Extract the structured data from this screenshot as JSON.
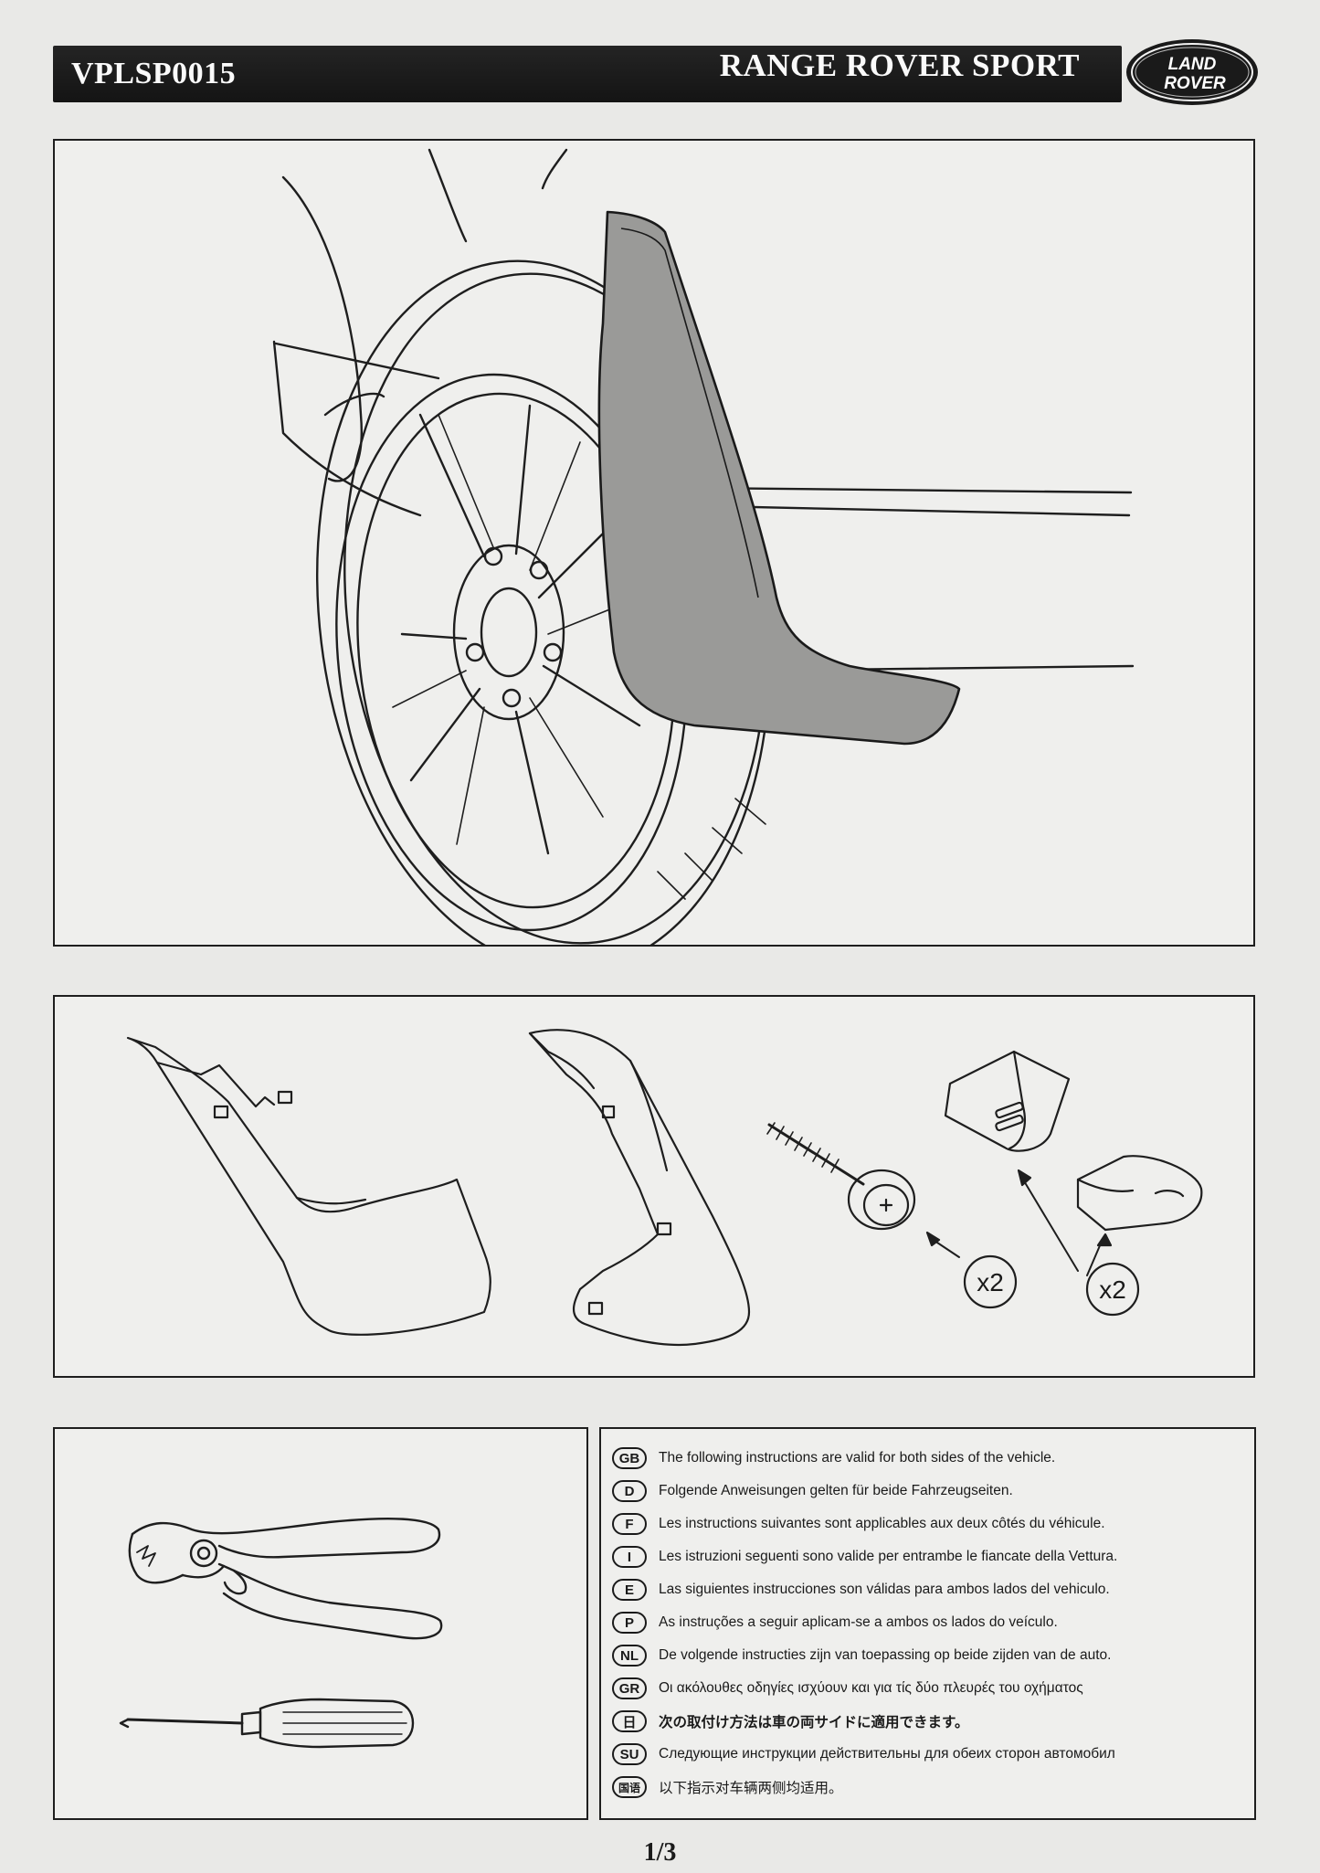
{
  "header": {
    "doc_code": "VPLSP0015",
    "vehicle_name": "RANGE ROVER SPORT",
    "logo": {
      "line1": "LAND",
      "line2": "ROVER"
    }
  },
  "parts_panel": {
    "screw_qty": "x2",
    "clip_qty": "x2"
  },
  "instructions": [
    {
      "code": "GB",
      "text": "The following instructions are valid for both sides of the vehicle."
    },
    {
      "code": "D",
      "text": "Folgende Anweisungen gelten für beide Fahrzeugseiten."
    },
    {
      "code": "F",
      "text": "Les instructions suivantes sont applicables aux deux côtés du véhicule."
    },
    {
      "code": "I",
      "text": "Les istruzioni seguenti sono valide per entrambe le fiancate della Vettura."
    },
    {
      "code": "E",
      "text": "Las siguientes instrucciones son válidas para ambos lados del vehiculo."
    },
    {
      "code": "P",
      "text": "As instruções a seguir aplicam-se a ambos os lados do veículo."
    },
    {
      "code": "NL",
      "text": "De volgende instructies zijn van toepassing op beide zijden van de auto."
    },
    {
      "code": "GR",
      "text": "Οι ακόλουθες οδηγίες ισχύουν και για τίς δύο πλευρές του οχήματος"
    },
    {
      "code": "日",
      "text": "次の取付け方法は車の両サイドに適用できます。"
    },
    {
      "code": "SU",
      "text": "Следующие инструкции действительны для обеих сторон автомобил"
    },
    {
      "code": "国语",
      "text": "以下指示对车辆两侧均适用。"
    }
  ],
  "footer": {
    "page_number": "1/3"
  }
}
